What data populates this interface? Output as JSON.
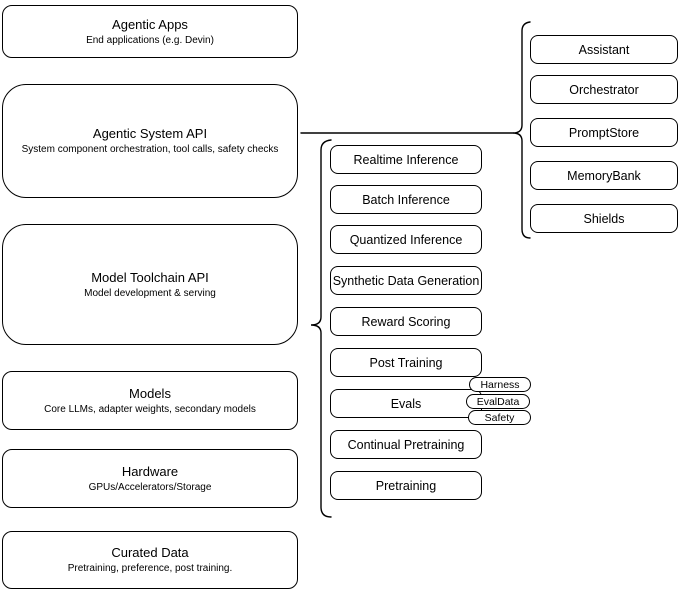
{
  "diagram": {
    "colors": {
      "stroke": "#000000",
      "background": "#ffffff",
      "text": "#000000"
    },
    "left_column": [
      {
        "title": "Agentic Apps",
        "subtitle": "End applications (e.g. Devin)"
      },
      {
        "title": "Agentic System API",
        "subtitle": "System component orchestration, tool calls, safety checks"
      },
      {
        "title": "Model Toolchain API",
        "subtitle": "Model development & serving"
      },
      {
        "title": "Models",
        "subtitle": "Core LLMs, adapter weights, secondary models"
      },
      {
        "title": "Hardware",
        "subtitle": "GPUs/Accelerators/Storage"
      },
      {
        "title": "Curated Data",
        "subtitle": "Pretraining, preference, post training."
      }
    ],
    "middle_column": {
      "items": [
        {
          "label": "Realtime Inference"
        },
        {
          "label": "Batch Inference"
        },
        {
          "label": "Quantized Inference"
        },
        {
          "label": "Synthetic Data Generation"
        },
        {
          "label": "Reward Scoring"
        },
        {
          "label": "Post Training"
        },
        {
          "label": "Evals"
        },
        {
          "label": "Continual Pretraining"
        },
        {
          "label": "Pretraining"
        }
      ],
      "eval_pills": [
        {
          "label": "Harness"
        },
        {
          "label": "EvalData"
        },
        {
          "label": "Safety"
        }
      ]
    },
    "right_column": {
      "items": [
        {
          "label": "Assistant"
        },
        {
          "label": "Orchestrator"
        },
        {
          "label": "PromptStore"
        },
        {
          "label": "MemoryBank"
        },
        {
          "label": "Shields"
        }
      ]
    }
  }
}
